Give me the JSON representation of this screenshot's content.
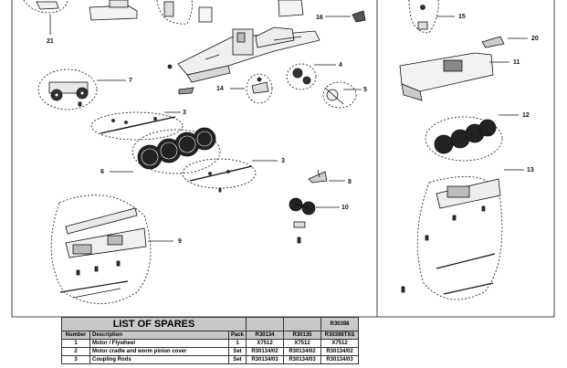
{
  "callouts": {
    "c3a": "3",
    "c3b": "3",
    "c4": "4",
    "c5": "5",
    "c6": "6",
    "c7": "7",
    "c8": "8",
    "c9": "9",
    "c10": "10",
    "c11": "11",
    "c12": "12",
    "c13": "13",
    "c14": "14",
    "c15": "15",
    "c16": "16",
    "c20": "20",
    "c21": "21"
  },
  "spares": {
    "title": "LIST OF SPARES",
    "headers": {
      "number": "Number",
      "description": "Description",
      "pack": "Pack",
      "col1": "R30134",
      "col2": "R30135",
      "col3_line1": "R30398",
      "col3_line2": "R30398TXS"
    },
    "rows": [
      {
        "number": "1",
        "description": "Motor / Flywheel",
        "pack": "1",
        "col1": "X7512",
        "col2": "X7512",
        "col3": "X7512"
      },
      {
        "number": "2",
        "description": "Motor cradle and worm pinion cover",
        "pack": "Set",
        "col1": "R30134/02",
        "col2": "R30134/02",
        "col3": "R30134/02"
      },
      {
        "number": "3",
        "description": "Coupling Rods",
        "pack": "Set",
        "col1": "R30134/03",
        "col2": "R30134/03",
        "col3": "R30134/03"
      }
    ]
  }
}
